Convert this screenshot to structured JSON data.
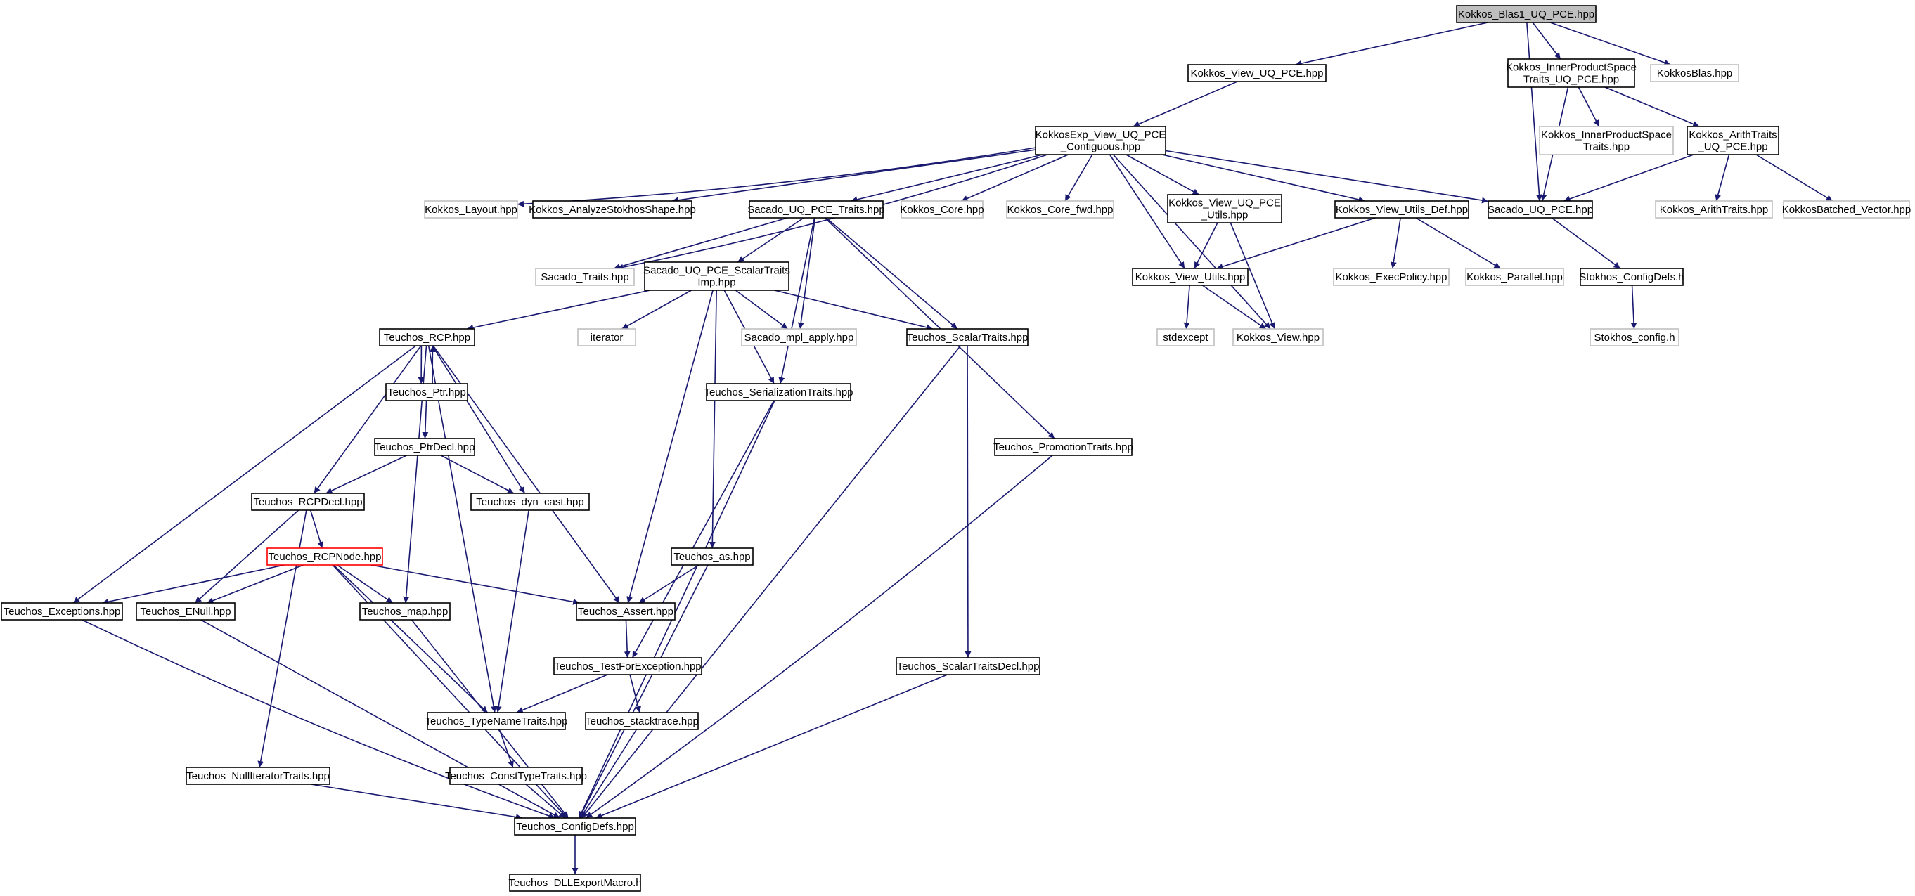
{
  "colors": {
    "edge": "#191970",
    "root_fill": "#bfbfbf",
    "ext_border": "#bfbfbf",
    "truncated_border": "#ff0000"
  },
  "nodes": [
    {
      "id": "blas1",
      "lines": [
        "Kokkos_Blas1_UQ_PCE.hpp"
      ],
      "style": "root"
    },
    {
      "id": "view_uq",
      "lines": [
        "Kokkos_View_UQ_PCE.hpp"
      ],
      "style": "normal"
    },
    {
      "id": "ipst",
      "lines": [
        "Kokkos_InnerProductSpace",
        "Traits_UQ_PCE.hpp"
      ],
      "style": "normal"
    },
    {
      "id": "kblas",
      "lines": [
        "KokkosBlas.hpp"
      ],
      "style": "ext"
    },
    {
      "id": "exp_view",
      "lines": [
        "KokkosExp_View_UQ_PCE",
        "_Contiguous.hpp"
      ],
      "style": "normal"
    },
    {
      "id": "kips",
      "lines": [
        "Kokkos_InnerProductSpace",
        "Traits.hpp"
      ],
      "style": "ext"
    },
    {
      "id": "arith_uq",
      "lines": [
        "Kokkos_ArithTraits",
        "_UQ_PCE.hpp"
      ],
      "style": "normal"
    },
    {
      "id": "layout",
      "lines": [
        "Kokkos_Layout.hpp"
      ],
      "style": "ext"
    },
    {
      "id": "analyze",
      "lines": [
        "Kokkos_AnalyzeStokhosShape.hpp"
      ],
      "style": "normal"
    },
    {
      "id": "sac_traits_uq",
      "lines": [
        "Sacado_UQ_PCE_Traits.hpp"
      ],
      "style": "normal"
    },
    {
      "id": "kcore",
      "lines": [
        "Kokkos_Core.hpp"
      ],
      "style": "ext"
    },
    {
      "id": "kcore_fwd",
      "lines": [
        "Kokkos_Core_fwd.hpp"
      ],
      "style": "ext"
    },
    {
      "id": "vu_uq",
      "lines": [
        "Kokkos_View_UQ_PCE",
        "_Utils.hpp"
      ],
      "style": "normal"
    },
    {
      "id": "vu_def",
      "lines": [
        "Kokkos_View_Utils_Def.hpp"
      ],
      "style": "normal"
    },
    {
      "id": "sac_uq",
      "lines": [
        "Sacado_UQ_PCE.hpp"
      ],
      "style": "normal"
    },
    {
      "id": "karith",
      "lines": [
        "Kokkos_ArithTraits.hpp"
      ],
      "style": "ext"
    },
    {
      "id": "kbatched",
      "lines": [
        "KokkosBatched_Vector.hpp"
      ],
      "style": "ext"
    },
    {
      "id": "sac_traits",
      "lines": [
        "Sacado_Traits.hpp"
      ],
      "style": "ext"
    },
    {
      "id": "sac_st_imp",
      "lines": [
        "Sacado_UQ_PCE_ScalarTraits",
        "Imp.hpp"
      ],
      "style": "normal"
    },
    {
      "id": "view_utils",
      "lines": [
        "Kokkos_View_Utils.hpp"
      ],
      "style": "normal"
    },
    {
      "id": "exec",
      "lines": [
        "Kokkos_ExecPolicy.hpp"
      ],
      "style": "ext"
    },
    {
      "id": "parallel",
      "lines": [
        "Kokkos_Parallel.hpp"
      ],
      "style": "ext"
    },
    {
      "id": "stok_defs",
      "lines": [
        "Stokhos_ConfigDefs.h"
      ],
      "style": "normal"
    },
    {
      "id": "rcp",
      "lines": [
        "Teuchos_RCP.hpp"
      ],
      "style": "normal"
    },
    {
      "id": "iterator",
      "lines": [
        "iterator"
      ],
      "style": "ext"
    },
    {
      "id": "mpl",
      "lines": [
        "Sacado_mpl_apply.hpp"
      ],
      "style": "ext"
    },
    {
      "id": "tscalar",
      "lines": [
        "Teuchos_ScalarTraits.hpp"
      ],
      "style": "normal"
    },
    {
      "id": "stdexcept",
      "lines": [
        "stdexcept"
      ],
      "style": "ext"
    },
    {
      "id": "kview",
      "lines": [
        "Kokkos_View.hpp"
      ],
      "style": "ext"
    },
    {
      "id": "stok_config",
      "lines": [
        "Stokhos_config.h"
      ],
      "style": "ext"
    },
    {
      "id": "ptr",
      "lines": [
        "Teuchos_Ptr.hpp"
      ],
      "style": "normal"
    },
    {
      "id": "serial",
      "lines": [
        "Teuchos_SerializationTraits.hpp"
      ],
      "style": "normal"
    },
    {
      "id": "ptrdecl",
      "lines": [
        "Teuchos_PtrDecl.hpp"
      ],
      "style": "normal"
    },
    {
      "id": "promo",
      "lines": [
        "Teuchos_PromotionTraits.hpp"
      ],
      "style": "normal"
    },
    {
      "id": "rcpdecl",
      "lines": [
        "Teuchos_RCPDecl.hpp"
      ],
      "style": "normal"
    },
    {
      "id": "dyncast",
      "lines": [
        "Teuchos_dyn_cast.hpp"
      ],
      "style": "normal"
    },
    {
      "id": "rcpnode",
      "lines": [
        "Teuchos_RCPNode.hpp"
      ],
      "style": "trunc"
    },
    {
      "id": "tas",
      "lines": [
        "Teuchos_as.hpp"
      ],
      "style": "normal"
    },
    {
      "id": "texcept",
      "lines": [
        "Teuchos_Exceptions.hpp"
      ],
      "style": "normal"
    },
    {
      "id": "tenull",
      "lines": [
        "Teuchos_ENull.hpp"
      ],
      "style": "normal"
    },
    {
      "id": "tmap",
      "lines": [
        "Teuchos_map.hpp"
      ],
      "style": "normal"
    },
    {
      "id": "tassert",
      "lines": [
        "Teuchos_Assert.hpp"
      ],
      "style": "normal"
    },
    {
      "id": "ttfe",
      "lines": [
        "Teuchos_TestForException.hpp"
      ],
      "style": "normal"
    },
    {
      "id": "tstdecl",
      "lines": [
        "Teuchos_ScalarTraitsDecl.hpp"
      ],
      "style": "normal"
    },
    {
      "id": "ttypename",
      "lines": [
        "Teuchos_TypeNameTraits.hpp"
      ],
      "style": "normal"
    },
    {
      "id": "tstack",
      "lines": [
        "Teuchos_stacktrace.hpp"
      ],
      "style": "normal"
    },
    {
      "id": "tnulliter",
      "lines": [
        "Teuchos_NullIteratorTraits.hpp"
      ],
      "style": "normal"
    },
    {
      "id": "tconst",
      "lines": [
        "Teuchos_ConstTypeTraits.hpp"
      ],
      "style": "normal"
    },
    {
      "id": "tconfig",
      "lines": [
        "Teuchos_ConfigDefs.hpp"
      ],
      "style": "normal"
    },
    {
      "id": "tdll",
      "lines": [
        "Teuchos_DLLExportMacro.h"
      ],
      "style": "normal"
    }
  ],
  "edges": [
    [
      "blas1",
      "view_uq"
    ],
    [
      "blas1",
      "ipst"
    ],
    [
      "blas1",
      "kblas"
    ],
    [
      "blas1",
      "sac_uq"
    ],
    [
      "view_uq",
      "exp_view"
    ],
    [
      "ipst",
      "kips"
    ],
    [
      "ipst",
      "arith_uq"
    ],
    [
      "ipst",
      "sac_uq"
    ],
    [
      "arith_uq",
      "sac_uq"
    ],
    [
      "arith_uq",
      "karith"
    ],
    [
      "arith_uq",
      "kbatched"
    ],
    [
      "exp_view",
      "layout"
    ],
    [
      "exp_view",
      "analyze"
    ],
    [
      "exp_view",
      "sac_traits_uq"
    ],
    [
      "exp_view",
      "kcore"
    ],
    [
      "exp_view",
      "kcore_fwd"
    ],
    [
      "exp_view",
      "vu_uq"
    ],
    [
      "exp_view",
      "vu_def"
    ],
    [
      "exp_view",
      "sac_uq"
    ],
    [
      "exp_view",
      "sac_traits"
    ],
    [
      "exp_view",
      "view_utils"
    ],
    [
      "exp_view",
      "kview"
    ],
    [
      "sac_traits_uq",
      "sac_traits"
    ],
    [
      "sac_traits_uq",
      "sac_st_imp"
    ],
    [
      "sac_traits_uq",
      "mpl"
    ],
    [
      "sac_traits_uq",
      "tscalar"
    ],
    [
      "sac_traits_uq",
      "serial"
    ],
    [
      "sac_traits_uq",
      "promo"
    ],
    [
      "vu_uq",
      "view_utils"
    ],
    [
      "vu_uq",
      "kview"
    ],
    [
      "vu_def",
      "view_utils"
    ],
    [
      "vu_def",
      "exec"
    ],
    [
      "vu_def",
      "parallel"
    ],
    [
      "sac_uq",
      "stok_defs"
    ],
    [
      "stok_defs",
      "stok_config"
    ],
    [
      "view_utils",
      "stdexcept"
    ],
    [
      "view_utils",
      "kview"
    ],
    [
      "sac_st_imp",
      "rcp"
    ],
    [
      "sac_st_imp",
      "iterator"
    ],
    [
      "sac_st_imp",
      "mpl"
    ],
    [
      "sac_st_imp",
      "tscalar"
    ],
    [
      "sac_st_imp",
      "serial"
    ],
    [
      "sac_st_imp",
      "tas"
    ],
    [
      "sac_st_imp",
      "tassert"
    ],
    [
      "rcp",
      "ptr"
    ],
    [
      "rcp",
      "rcpdecl"
    ],
    [
      "rcp",
      "dyncast"
    ],
    [
      "rcp",
      "texcept"
    ],
    [
      "rcp",
      "tmap"
    ],
    [
      "rcp",
      "tassert"
    ],
    [
      "rcp",
      "ttypename"
    ],
    [
      "ptr",
      "rcp"
    ],
    [
      "ptr",
      "ptrdecl"
    ],
    [
      "ptrdecl",
      "rcpdecl"
    ],
    [
      "ptrdecl",
      "dyncast"
    ],
    [
      "rcpdecl",
      "rcpnode"
    ],
    [
      "rcpdecl",
      "tenull"
    ],
    [
      "rcpdecl",
      "tnulliter"
    ],
    [
      "rcpnode",
      "texcept"
    ],
    [
      "rcpnode",
      "tenull"
    ],
    [
      "rcpnode",
      "tmap"
    ],
    [
      "rcpnode",
      "tassert"
    ],
    [
      "rcpnode",
      "ttypename"
    ],
    [
      "rcpnode",
      "tconfig"
    ],
    [
      "dyncast",
      "ttypename"
    ],
    [
      "tscalar",
      "tconfig"
    ],
    [
      "tscalar",
      "tstdecl"
    ],
    [
      "serial",
      "ttfe"
    ],
    [
      "serial",
      "tconfig"
    ],
    [
      "promo",
      "tconfig"
    ],
    [
      "tas",
      "tassert"
    ],
    [
      "tas",
      "tconfig"
    ],
    [
      "tassert",
      "ttfe"
    ],
    [
      "ttfe",
      "ttypename"
    ],
    [
      "ttfe",
      "tstack"
    ],
    [
      "ttypename",
      "tconst"
    ],
    [
      "tconst",
      "tconfig"
    ],
    [
      "tstack",
      "tconfig"
    ],
    [
      "tnulliter",
      "tconfig"
    ],
    [
      "texcept",
      "tconfig"
    ],
    [
      "tenull",
      "tconfig"
    ],
    [
      "tmap",
      "tconfig"
    ],
    [
      "tstdecl",
      "tconfig"
    ],
    [
      "tconfig",
      "tdll"
    ]
  ]
}
